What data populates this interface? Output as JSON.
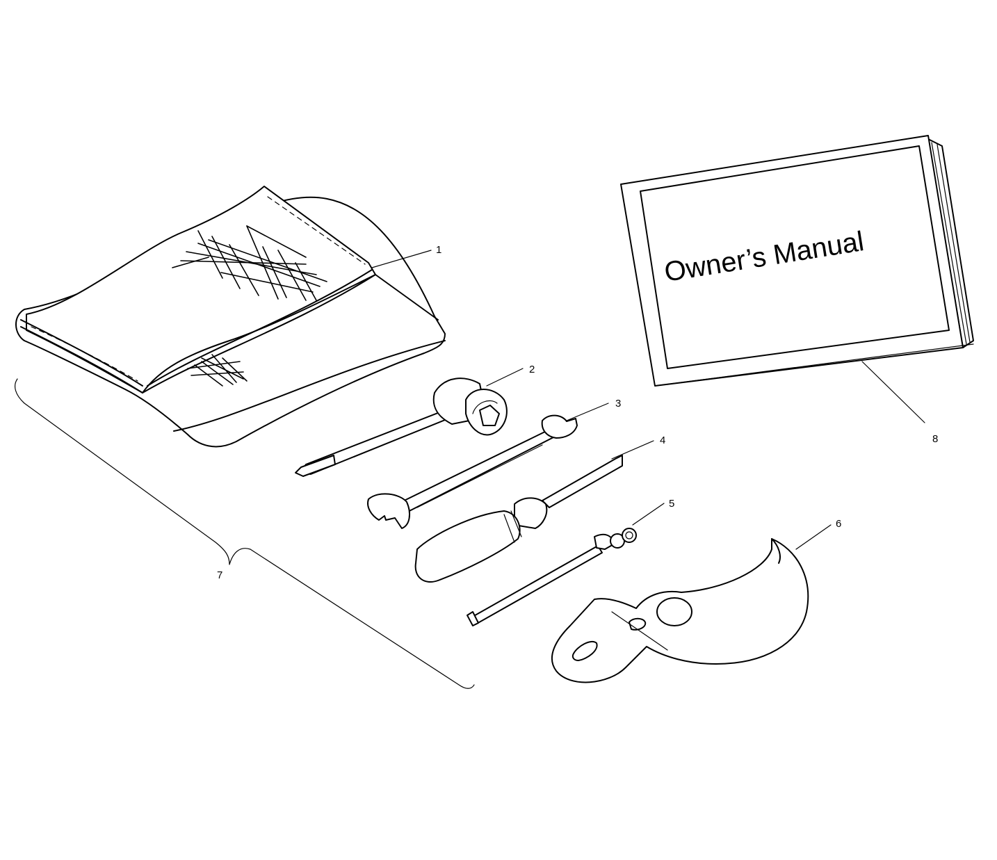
{
  "diagram": {
    "manual_cover_text": "Owner’s Manual",
    "callouts": [
      {
        "id": "1",
        "label": "1"
      },
      {
        "id": "2",
        "label": "2"
      },
      {
        "id": "3",
        "label": "3"
      },
      {
        "id": "4",
        "label": "4"
      },
      {
        "id": "5",
        "label": "5"
      },
      {
        "id": "6",
        "label": "6"
      },
      {
        "id": "7",
        "label": "7"
      },
      {
        "id": "8",
        "label": "8"
      }
    ]
  }
}
